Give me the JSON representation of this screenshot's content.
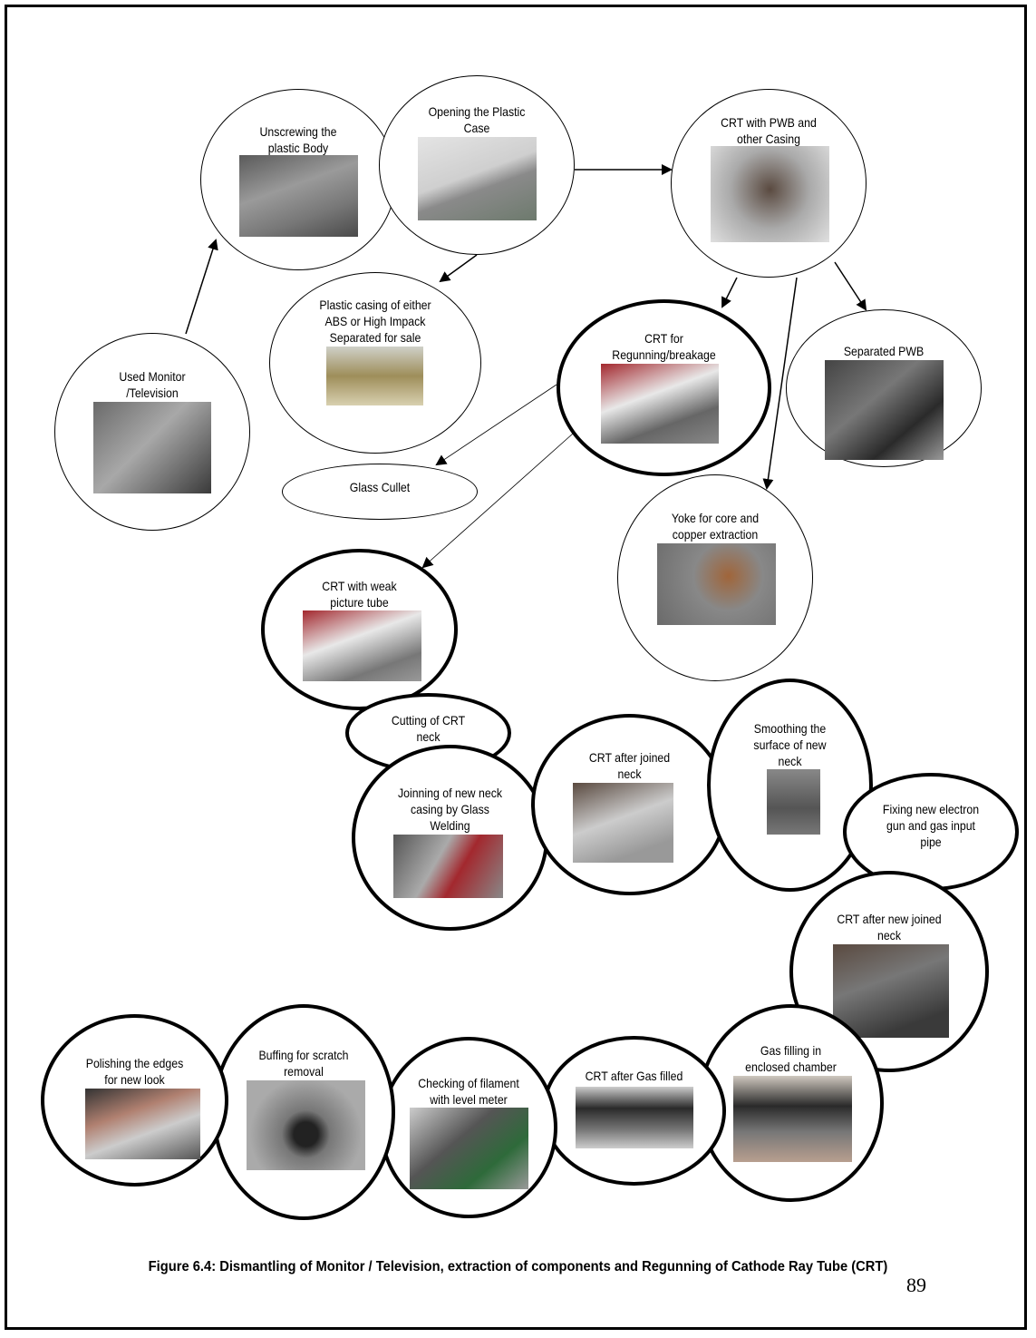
{
  "figure": {
    "caption": "Figure 6.4: Dismantling of Monitor / Television, extraction of components and Regunning of Cathode Ray Tube (CRT)",
    "page_number": "89"
  },
  "nodes": {
    "used_monitor": "Used Monitor\n/Television",
    "unscrewing": "Unscrewing the\nplastic Body",
    "opening_case": "Opening the Plastic\nCase",
    "crt_pwb_casing": "CRT with PWB and\nother Casing",
    "plastic_casing": "Plastic casing of either\nABS or High Impack\nSeparated for sale",
    "crt_regunning": "CRT for\nRegunning/breakage",
    "separated_pwb": "Separated PWB",
    "glass_cullet": "Glass Cullet",
    "yoke": "Yoke for core and\ncopper extraction",
    "crt_weak_tube": "CRT with weak\npicture tube",
    "cutting_neck": "Cutting of CRT\nneck",
    "joining_neck": "Joinning of new neck\ncasing by Glass\nWelding",
    "crt_after_joined": "CRT after joined\nneck",
    "smoothing": "Smoothing the\nsurface of new\nneck",
    "fixing_gun": "Fixing new electron\ngun and gas input\npipe",
    "crt_after_new_joined": "CRT after new joined\nneck",
    "gas_filling": "Gas filling in\nenclosed chamber",
    "crt_after_gas": "CRT after Gas filled",
    "checking_filament": "Checking of filament\nwith level meter",
    "buffing": "Buffing for scratch\nremoval",
    "polishing": "Polishing the edges\nfor new look"
  },
  "photo_colors": {
    "gray": "#8a8a8a",
    "dark": "#4a4a4a",
    "light": "#cfcfcf",
    "beige": "#b8ab85",
    "copper": "#a0653a",
    "red": "#a3282e"
  }
}
